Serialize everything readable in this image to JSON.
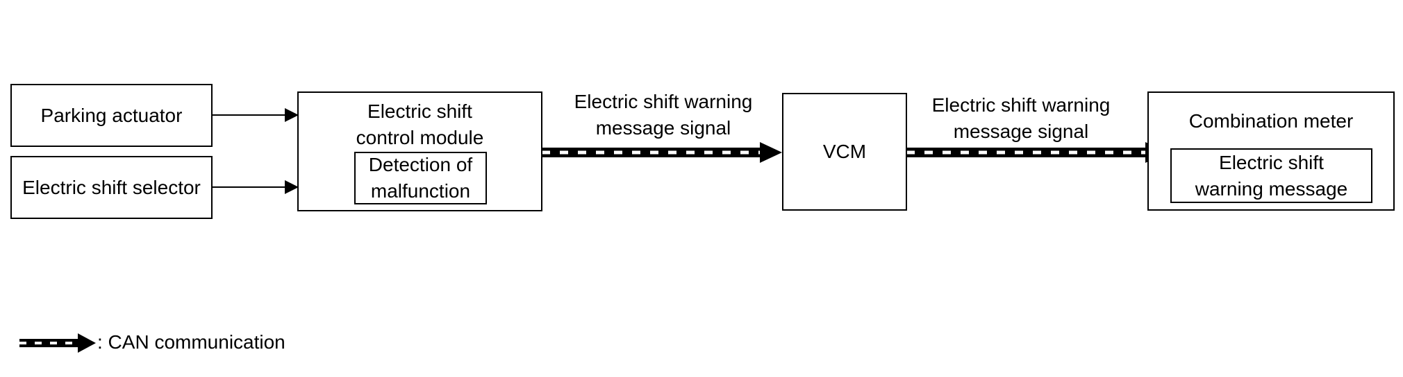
{
  "blocks": {
    "parking_actuator": "Parking actuator",
    "shift_selector": "Electric shift selector",
    "control_module": {
      "title_lines": [
        "Electric shift",
        "control module"
      ],
      "inner_lines": [
        "Detection of",
        "malfunction"
      ]
    },
    "vcm": "VCM",
    "combination_meter": {
      "title": "Combination meter",
      "inner_lines": [
        "Electric shift",
        "warning message"
      ]
    }
  },
  "signals": {
    "module_to_vcm": [
      "Electric shift warning",
      "message signal"
    ],
    "vcm_to_meter": [
      "Electric shift warning",
      "message signal"
    ]
  },
  "legend": {
    "label": ": CAN communication"
  }
}
